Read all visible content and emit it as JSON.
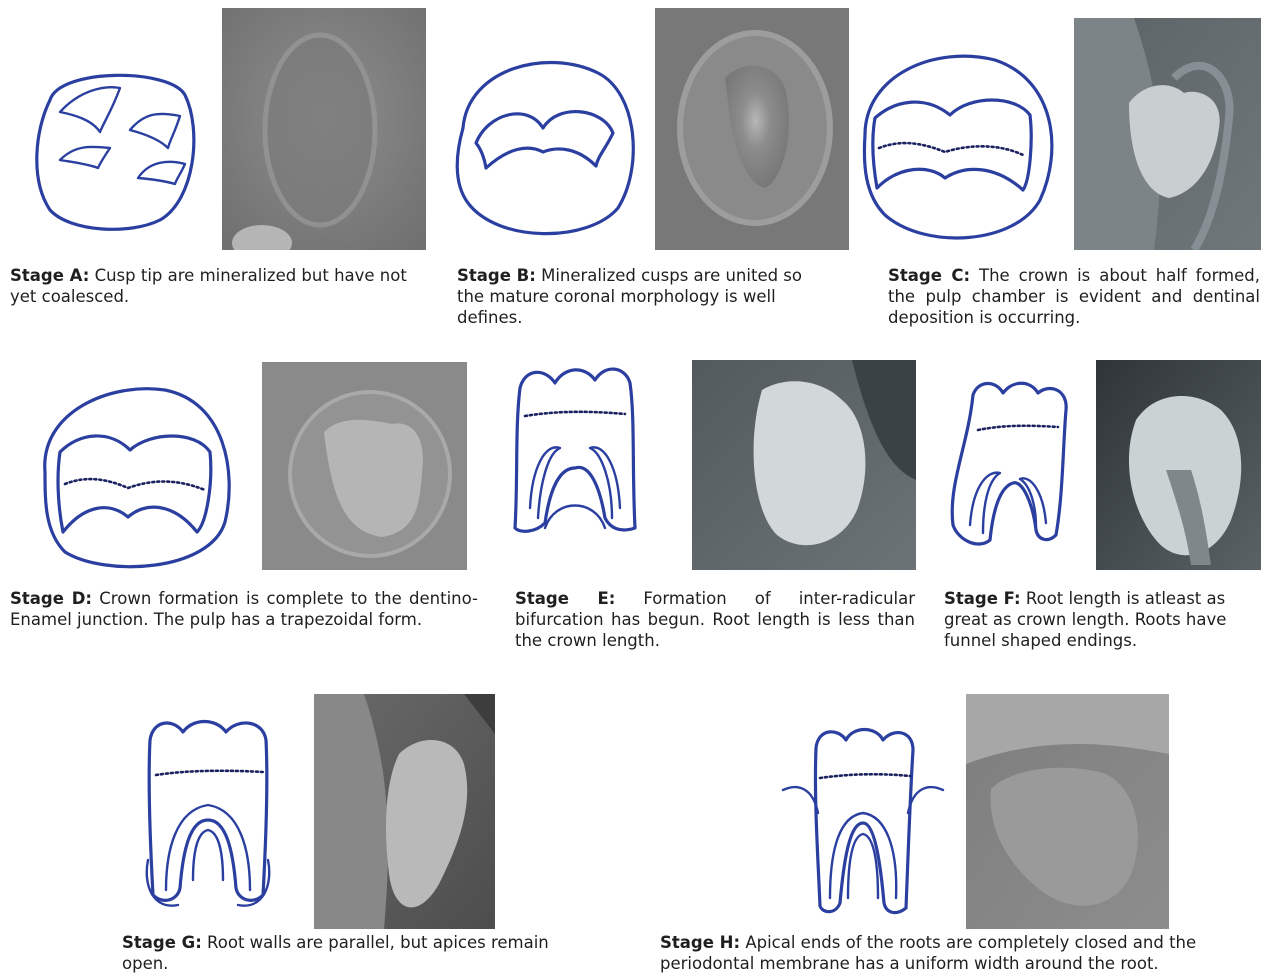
{
  "stages": [
    {
      "id": "A",
      "label": "Stage A:",
      "text": "Cusp tip are mineralized but have not yet coalesced."
    },
    {
      "id": "B",
      "label": "Stage B:",
      "text": "Mineralized cusps are united so the mature coronal morphology is well defines."
    },
    {
      "id": "C",
      "label": "Stage C:",
      "text": "The crown is about half formed, the pulp chamber is evident and dentinal deposition is occurring."
    },
    {
      "id": "D",
      "label": "Stage D:",
      "text": "Crown formation is complete to the dentino-Enamel junction. The pulp has a trapezoidal form."
    },
    {
      "id": "E",
      "label": "Stage E:",
      "text": "Formation of inter-radicular bifurcation has begun. Root length is less than the crown length."
    },
    {
      "id": "F",
      "label": "Stage F:",
      "text": "Root length is atleast as great as crown length. Roots have funnel shaped endings."
    },
    {
      "id": "G",
      "label": "Stage G:",
      "text": "Root walls are parallel, but apices remain open."
    },
    {
      "id": "H",
      "label": "Stage H:",
      "text": "Apical ends of the roots are completely closed and the periodontal membrane has a uniform width around the root."
    }
  ],
  "colors": {
    "ink": "#2b3fa0",
    "xray_light": "#d8dde0",
    "xray_dark": "#4a5055"
  }
}
